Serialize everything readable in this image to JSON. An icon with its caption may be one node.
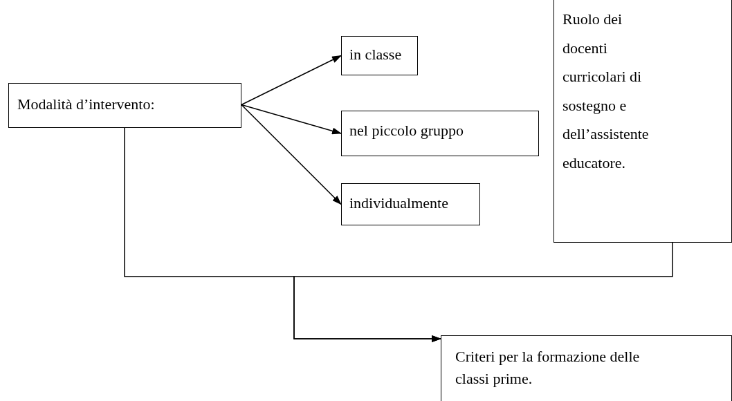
{
  "diagram": {
    "nodes": [
      {
        "text": [
          "Modalità d’intervento:"
        ]
      },
      {
        "text": [
          "in classe"
        ]
      },
      {
        "text": [
          "nel piccolo gruppo"
        ]
      },
      {
        "text": [
          "individualmente"
        ]
      },
      {
        "text": [
          "Ruolo dei docenti curricolari di sostegno e dell’assistente educatore."
        ]
      },
      {
        "text": [
          "Criteri per la formazione delle classi prime."
        ]
      }
    ],
    "edges": [
      {
        "from": 0,
        "to": 1,
        "arrow": "to"
      },
      {
        "from": 0,
        "to": 2,
        "arrow": "to"
      },
      {
        "from": 0,
        "to": 3,
        "arrow": "to"
      },
      {
        "from": 0,
        "to": 5,
        "arrow": "to"
      },
      {
        "from": 4,
        "to": 5,
        "arrow": "to"
      }
    ]
  }
}
